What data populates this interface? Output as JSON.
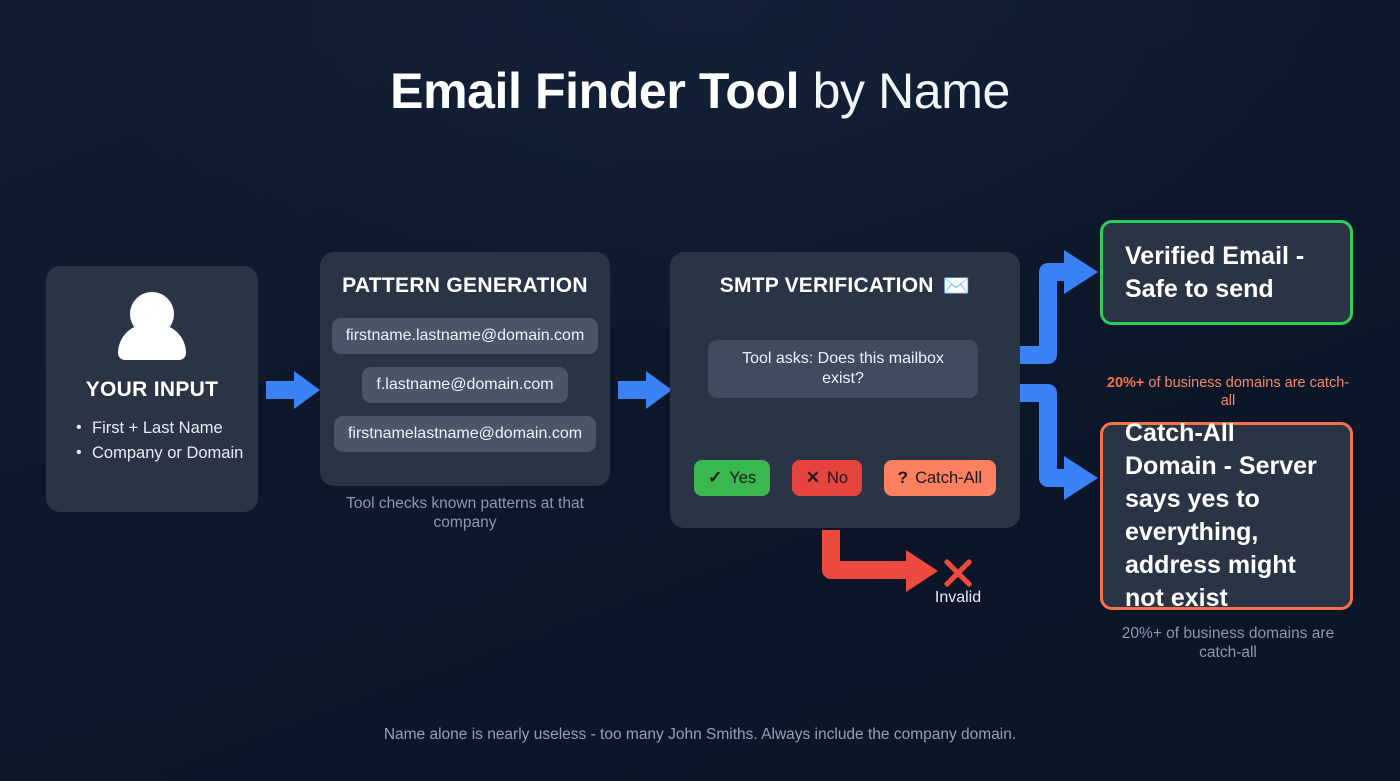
{
  "title": {
    "bold": "Email Finder Tool",
    "light": " by Name"
  },
  "input_card": {
    "heading": "YOUR INPUT",
    "icon": "person-icon",
    "bullets": [
      "First + Last Name",
      "Company or Domain"
    ]
  },
  "pattern_card": {
    "heading": "PATTERN GENERATION",
    "patterns": [
      "firstname.lastname@domain.com",
      "f.lastname@domain.com",
      "firstnamelastname@domain.com"
    ],
    "caption": "Tool checks known patterns at that company"
  },
  "smtp_card": {
    "heading": "SMTP VERIFICATION",
    "envelope_icon": "✉️",
    "question": "Tool asks: Does this mailbox exist?",
    "outcomes": [
      {
        "glyph": "✓",
        "label": "Yes",
        "color": "#3ab84f",
        "name": "yes"
      },
      {
        "glyph": "✕",
        "label": "No",
        "color": "#e8443f",
        "name": "no"
      },
      {
        "glyph": "?",
        "label": "Catch-All",
        "color": "#fa8060",
        "name": "catch-all"
      }
    ]
  },
  "results": {
    "verified": {
      "text": "Verified Email - Safe to send",
      "border_color": "#2ecc5a"
    },
    "catchall": {
      "text": "Catch-All Domain - Server says yes to everything, address might not exist",
      "border_color": "#f4714c",
      "note_bold": "20%+",
      "note_rest": " of business domains are catch-all",
      "caption": "20%+ of business domains are catch-all"
    }
  },
  "invalid": {
    "label": "Invalid",
    "color": "#ef4a3f"
  },
  "footer": {
    "text": "Name alone is nearly useless - too many John Smiths. Always include the company domain."
  },
  "colors": {
    "background": "#0e1a2e",
    "card": "#2a3445",
    "pill": "#4a5568",
    "arrow_blue": "#3b82f6",
    "arrow_gray": "#8a99b0",
    "arrow_red": "#ef4a3f"
  }
}
